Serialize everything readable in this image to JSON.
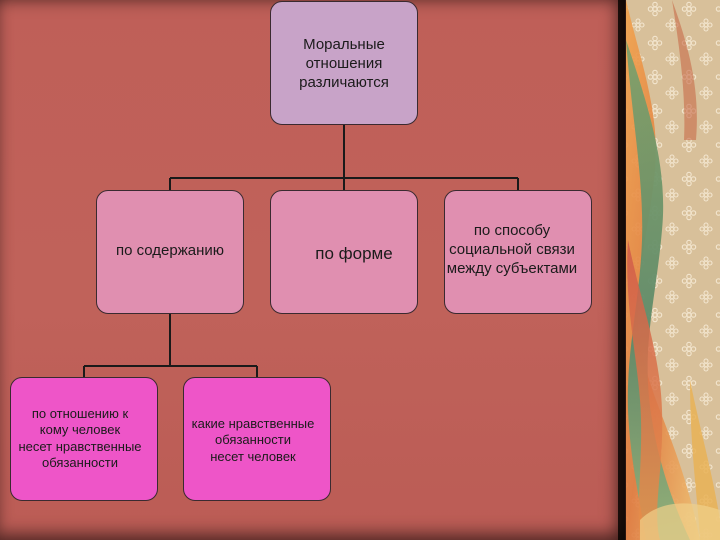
{
  "diagram": {
    "root": "Моральные\nотношения\nразличаются",
    "level1": {
      "content": "по содержанию",
      "form": "по форме",
      "social": "по способу\nсоциальной связи\nмежду субъектами"
    },
    "level2": {
      "whom": "по отношению к\nкому человек\nнесет нравственные\nобязанности",
      "which": "какие нравственные\nобязанности\nнесет человек"
    }
  },
  "colors": {
    "background": "#c0625a",
    "root_box": "#c8a3c8",
    "level1_box": "#e08fb0",
    "level2_box": "#ee55c8",
    "connector": "#1a1a1a"
  }
}
